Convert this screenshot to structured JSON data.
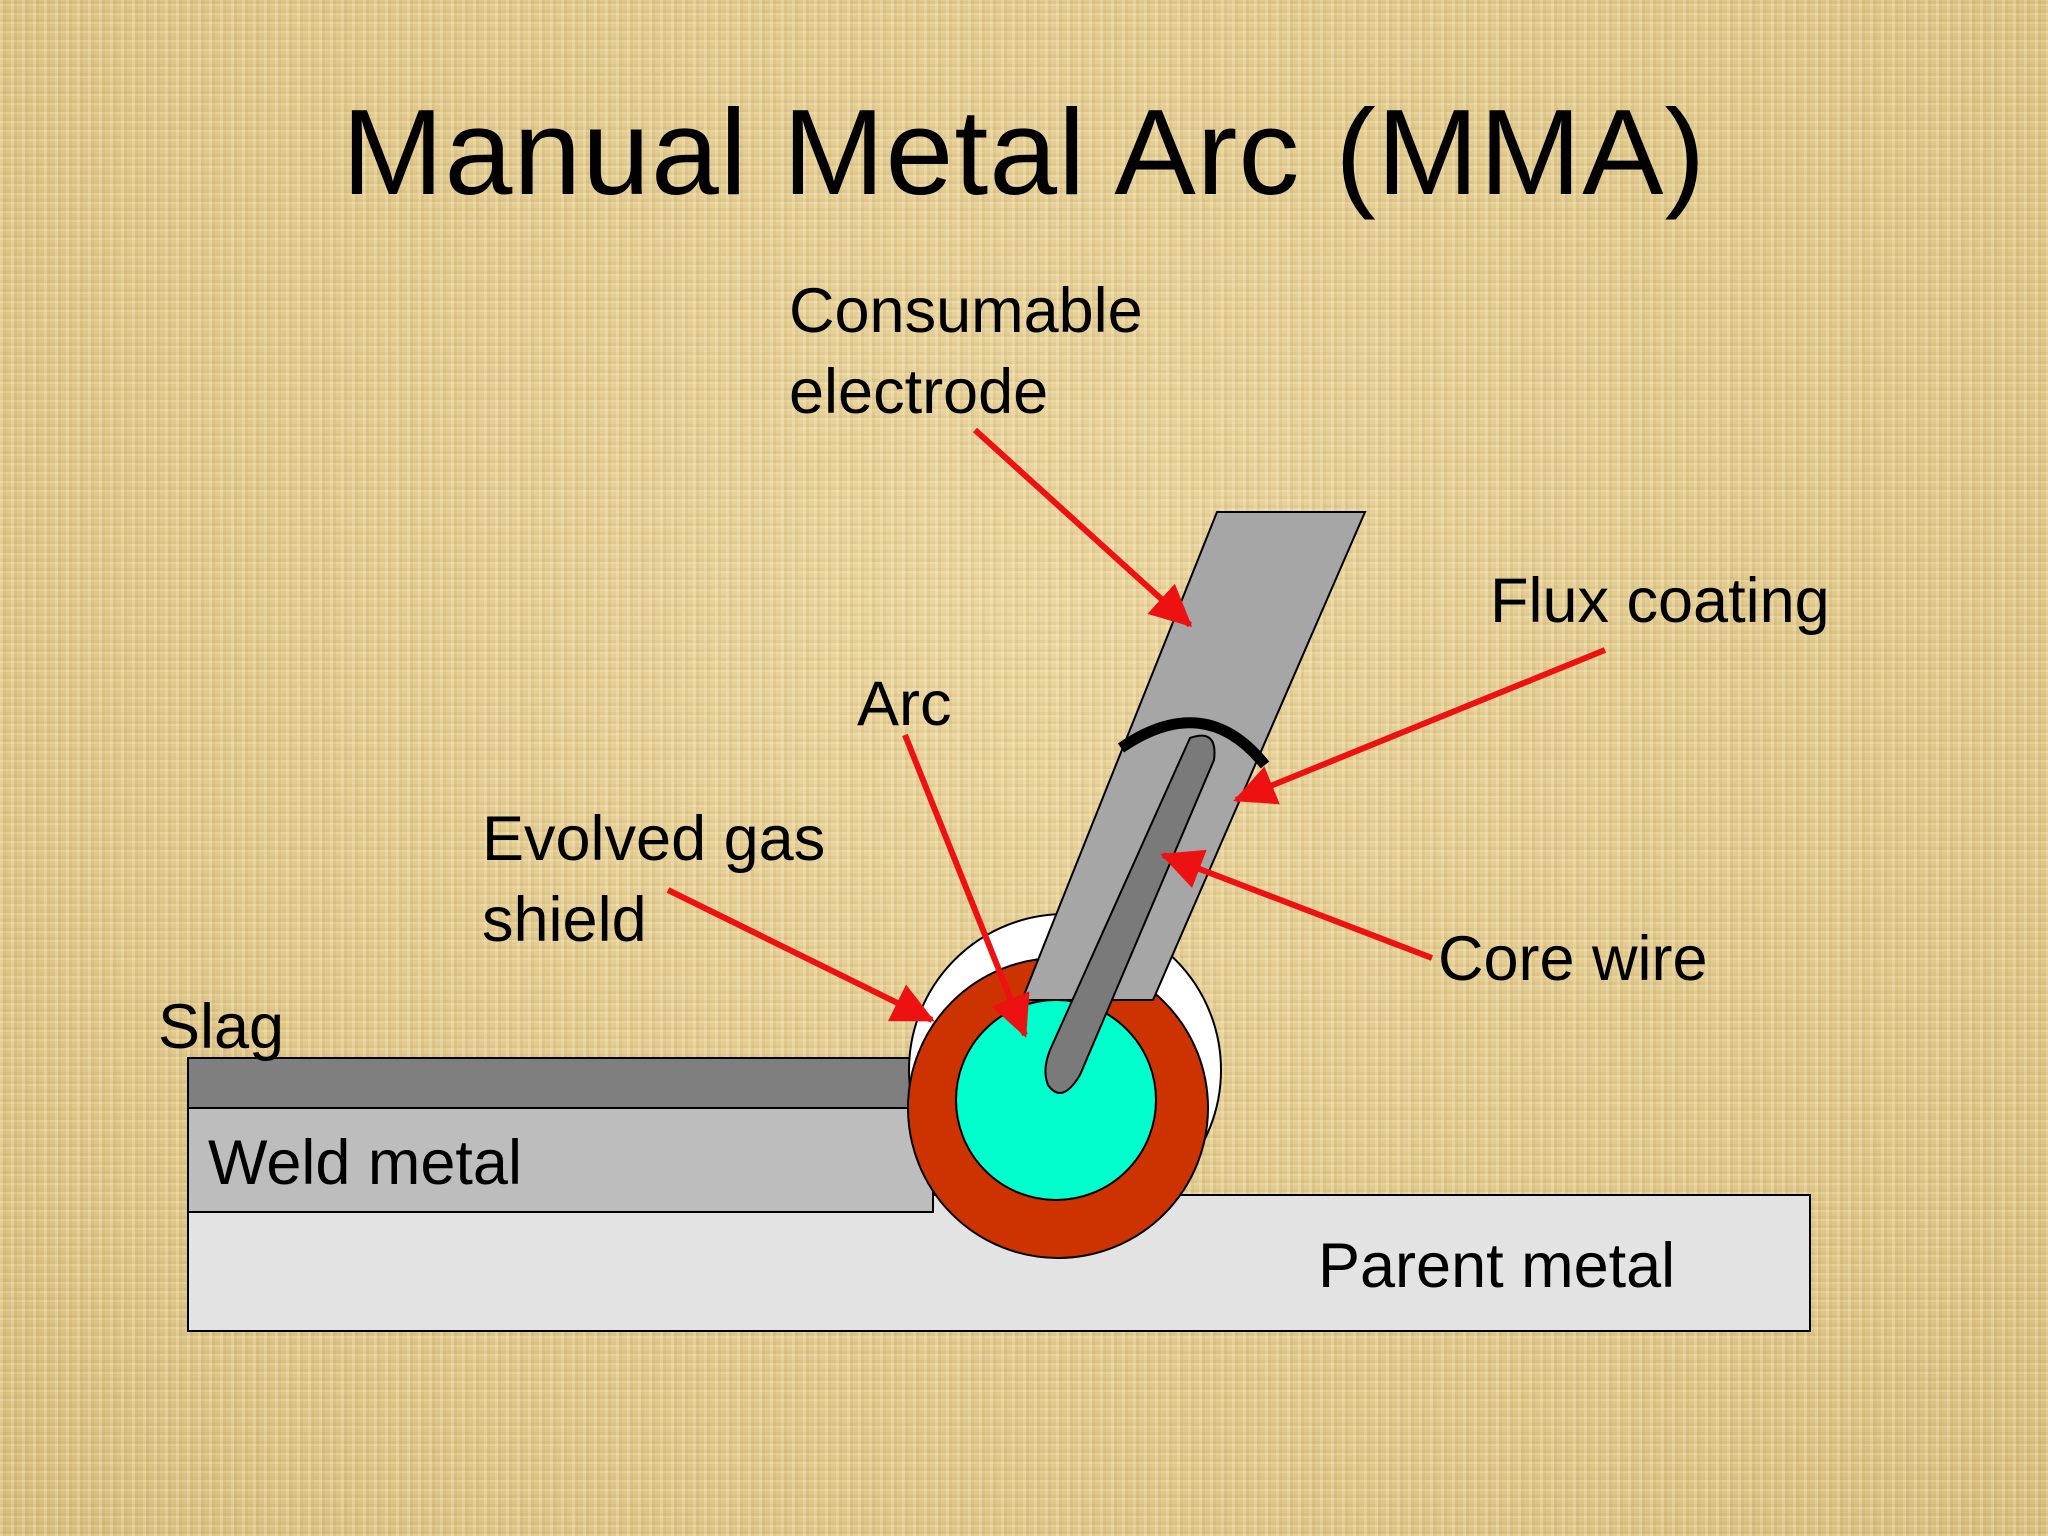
{
  "title": "Manual Metal Arc (MMA)",
  "labels": {
    "consumable_electrode": [
      "Consumable",
      "electrode"
    ],
    "flux_coating": "Flux coating",
    "arc": "Arc",
    "evolved_gas_shield": [
      "Evolved gas",
      "shield"
    ],
    "core_wire": "Core wire",
    "slag": "Slag",
    "weld_metal": "Weld metal",
    "parent_metal": "Parent metal"
  },
  "colors": {
    "arrow": "#ee1111",
    "slag": "#7f7f7f",
    "weld_metal": "#bdbdbd",
    "parent_metal": "#e3e3e3",
    "electrode": "#a6a6a6",
    "core_wire": "#7a7a7a",
    "arc": "#00ffcc",
    "weld_pool": "#cc3300",
    "gas_shield": "#ffffff"
  }
}
